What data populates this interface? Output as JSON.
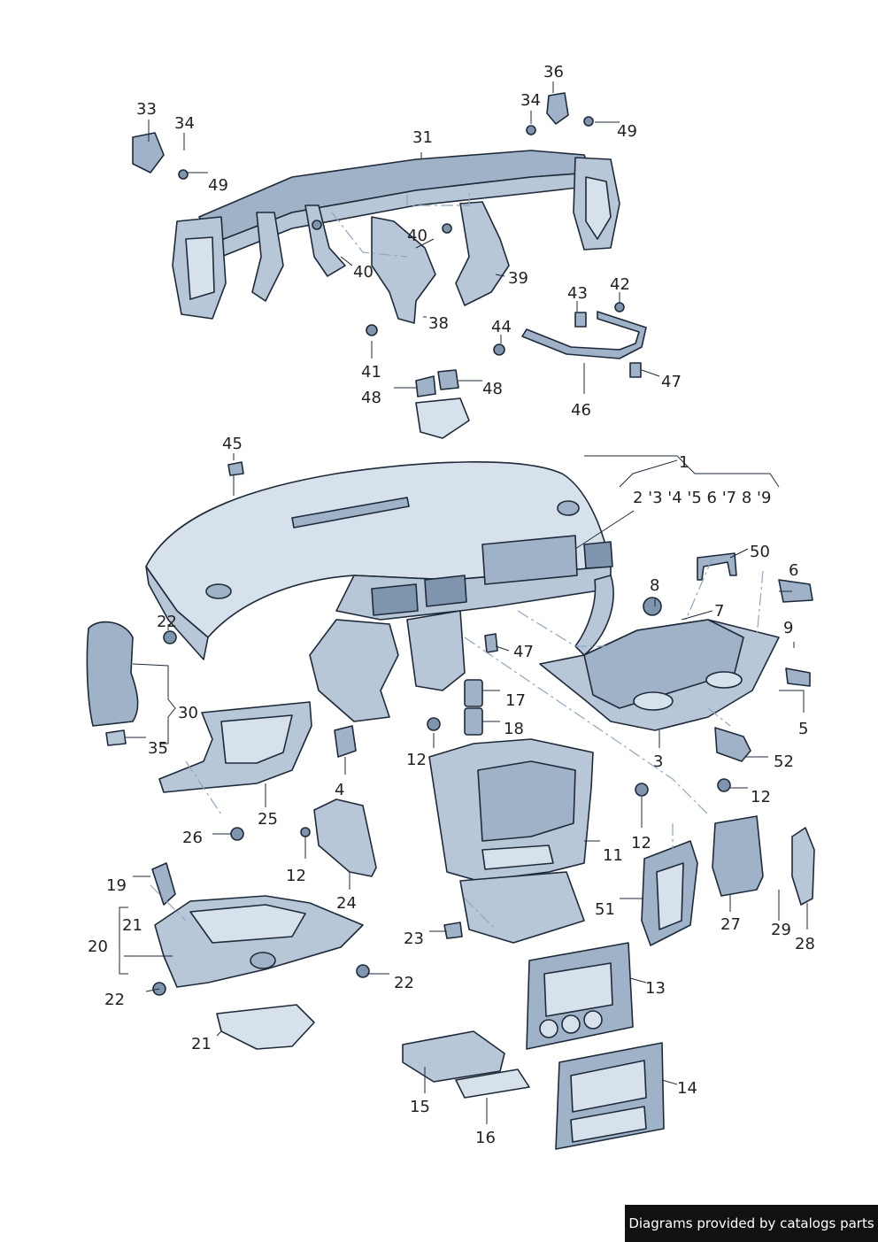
{
  "callouts": {
    "c1": "1",
    "c2_9": "2 '3 '4 '5 6 '7 8 '9",
    "c3": "3",
    "c4": "4",
    "c5": "5",
    "c6": "6",
    "c7": "7",
    "c8": "8",
    "c9": "9",
    "c11": "11",
    "c12a": "12",
    "c12b": "12",
    "c12c": "12",
    "c12d": "12",
    "c13": "13",
    "c14": "14",
    "c15": "15",
    "c16": "16",
    "c17": "17",
    "c18": "18",
    "c19": "19",
    "c20": "20",
    "c21a": "21",
    "c21b": "21",
    "c22a": "22",
    "c22b": "22",
    "c22c": "22",
    "c23": "23",
    "c24": "24",
    "c25": "25",
    "c26": "26",
    "c27": "27",
    "c28": "28",
    "c29": "29",
    "c30": "30",
    "c31": "31",
    "c33": "33",
    "c34a": "34",
    "c34b": "34",
    "c35": "35",
    "c36": "36",
    "c38": "38",
    "c39": "39",
    "c40a": "40",
    "c40b": "40",
    "c41": "41",
    "c42": "42",
    "c43": "43",
    "c44": "44",
    "c45": "45",
    "c46": "46",
    "c47a": "47",
    "c47b": "47",
    "c48a": "48",
    "c48b": "48",
    "c49a": "49",
    "c49b": "49",
    "c50": "50",
    "c51": "51",
    "c52": "52"
  },
  "footer": {
    "credit": "Diagrams provided by catalogs parts"
  }
}
